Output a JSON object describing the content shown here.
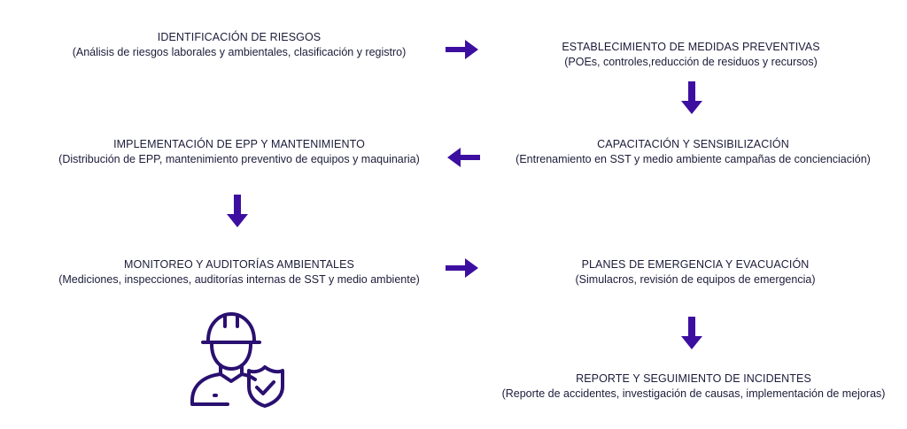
{
  "accent": "#3d0fa0",
  "icon_color": "#2a1070",
  "steps": [
    {
      "title": "IDENTIFICACIÓN DE RIESGOS",
      "desc": "(Análisis de riesgos laborales y ambientales, clasificación y registro)"
    },
    {
      "title": "ESTABLECIMIENTO DE MEDIDAS PREVENTIVAS",
      "desc": "(POEs, controles,reducción de residuos y recursos)"
    },
    {
      "title": "CAPACITACIÓN Y SENSIBILIZACIÓN",
      "desc": "(Entrenamiento en SST y medio ambiente campañas de concienciación)"
    },
    {
      "title": "IMPLEMENTACIÓN DE EPP Y MANTENIMIENTO",
      "desc": "(Distribución de EPP, mantenimiento  preventivo de equipos y maquinaria)"
    },
    {
      "title": "MONITOREO Y AUDITORÍAS AMBIENTALES",
      "desc": "(Mediciones, inspecciones, auditorías internas de SST y medio ambiente)"
    },
    {
      "title": "PLANES DE EMERGENCIA Y EVACUACIÓN",
      "desc": "(Simulacros, revisión de equipos de emergencia)"
    },
    {
      "title": "REPORTE Y SEGUIMIENTO DE INCIDENTES",
      "desc": "(Reporte de accidentes, investigación de causas, implementación de mejoras)"
    }
  ],
  "icon": "worker-safety-shield-icon"
}
